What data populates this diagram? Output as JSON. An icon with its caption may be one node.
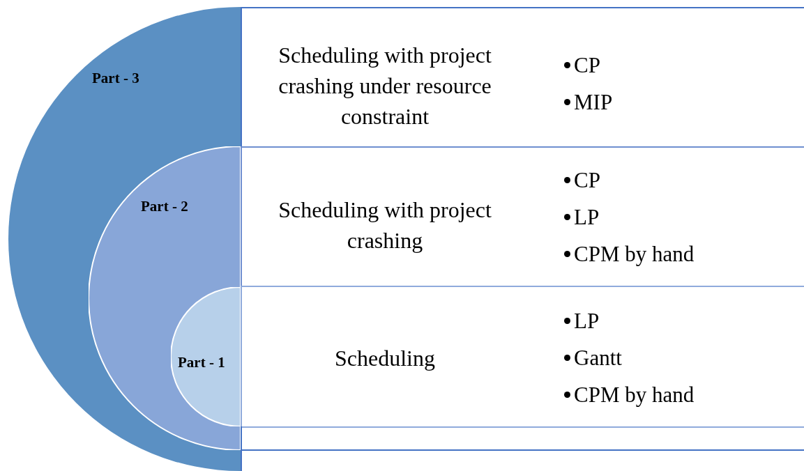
{
  "diagram": {
    "nodes": [
      {
        "text": [
          "Part - 3"
        ]
      },
      {
        "text": [
          "Part - 2"
        ],
        "in": 0
      },
      {
        "text": [
          "Part - 1"
        ],
        "in": 1
      },
      {
        "text": [
          "Scheduling with project crashing under resource constraint",
          "CP",
          "MIP"
        ]
      },
      {
        "text": [
          "Scheduling with project crashing",
          "CP",
          "LP",
          "CPM by hand"
        ]
      },
      {
        "text": [
          "Scheduling",
          "LP",
          "Gantt",
          "CPM by hand"
        ]
      }
    ]
  }
}
